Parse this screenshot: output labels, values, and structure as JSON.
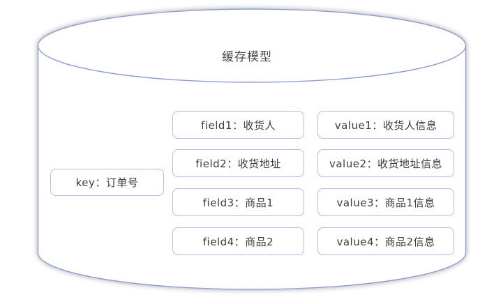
{
  "diagram": {
    "type": "cylinder-database-model",
    "title": "缓存模型",
    "colors": {
      "cylinder_stroke": "#8e9fd0",
      "box_stroke": "#b3bfdf",
      "box_fill": "#ffffff",
      "text": "#3d3d3d",
      "title_text": "#4a4a4a",
      "background": "#ffffff"
    },
    "key": {
      "label": "key：订单号"
    },
    "rows": [
      {
        "field": "field1：收货人",
        "value": "value1：收货人信息"
      },
      {
        "field": "field2：收货地址",
        "value": "value2：收货地址信息"
      },
      {
        "field": "field3：商品1",
        "value": "value3：商品1信息"
      },
      {
        "field": "field4：商品2",
        "value": "value4：商品2信息"
      }
    ]
  }
}
